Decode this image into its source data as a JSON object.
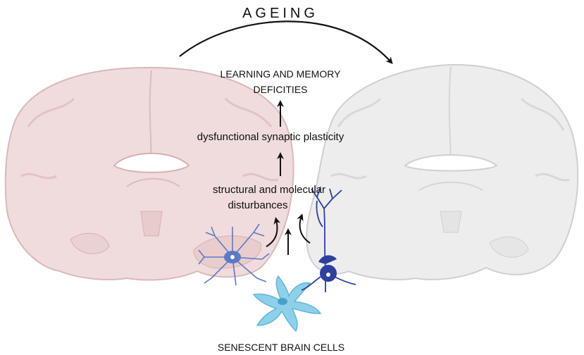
{
  "title": "AGEING",
  "labels": {
    "outcome_line1": "LEARNING AND MEMORY",
    "outcome_line2": "DEFICITIES",
    "synaptic": "dysfunctional synaptic plasticity",
    "structural_line1": "structural and molecular",
    "structural_line2": "disturbances",
    "cells": "SENESCENT BRAIN CELLS"
  },
  "colors": {
    "young_brain_fill": "#f0dcdc",
    "young_brain_stroke": "#d9b9b9",
    "old_brain_fill": "#ededed",
    "old_brain_stroke": "#cfcfcf",
    "microglia": "#5b79c6",
    "astrocyte": "#8ed0ea",
    "neuron": "#2e3f9e",
    "arrow": "#111111"
  },
  "icons": [
    "young-brain-icon",
    "aged-brain-icon",
    "microglia-icon",
    "astrocyte-icon",
    "neuron-icon"
  ]
}
